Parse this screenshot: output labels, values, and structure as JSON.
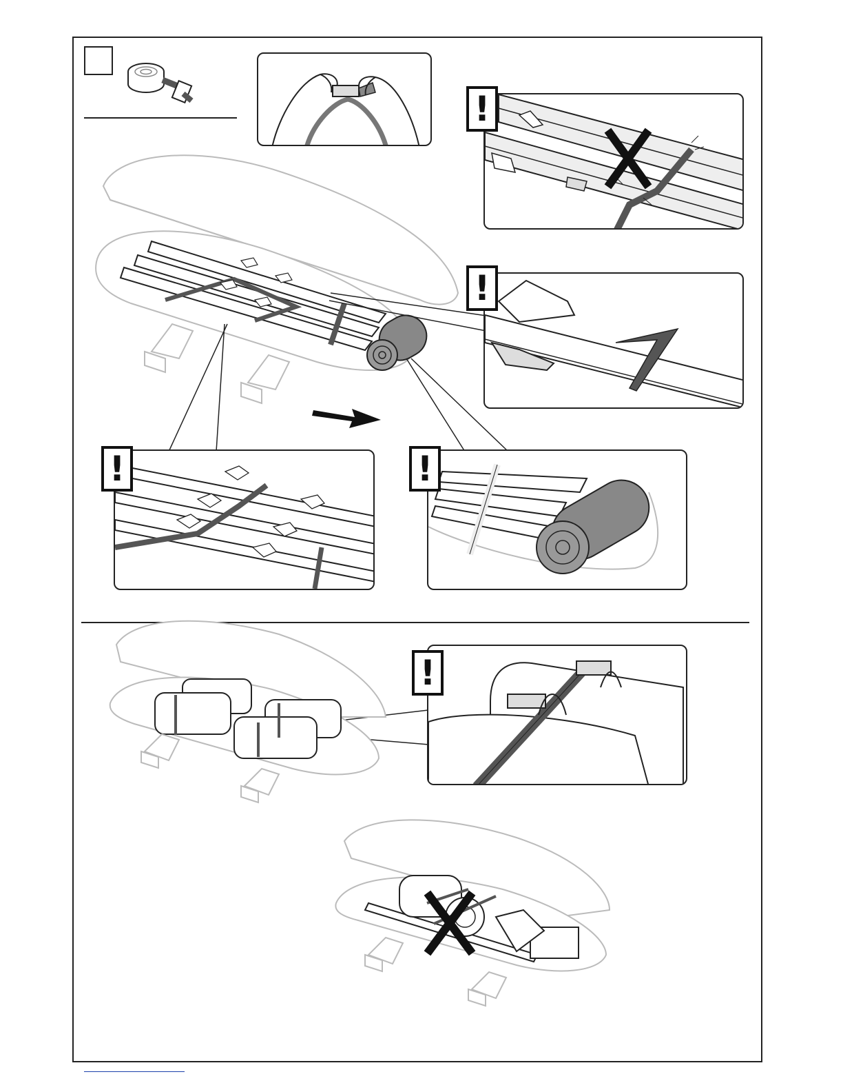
{
  "warning_symbol": "!",
  "prohibited_symbol": "X",
  "figure": {
    "step_label": "",
    "sections": [
      {
        "id": "skis",
        "panels": [
          "buckle-strap-closeup",
          "strap-over-ski-edges-prohibited",
          "strap-around-ski-at-binding",
          "straps-across-multiple-skis",
          "rolled-mat-strapped-beside-skis"
        ]
      },
      {
        "id": "bags",
        "panels": [
          "bags-strapped-closeup"
        ]
      },
      {
        "id": "loose-mixed-load",
        "panels": [
          "mixed-load-prohibited"
        ]
      }
    ]
  },
  "icons": [
    "strap-icon",
    "hands-tightening-buckle-icon",
    "warning-icon",
    "prohibited-x-icon",
    "direction-arrow-icon",
    "roof-box-icon",
    "roof-bar-foot-icon"
  ],
  "colors": {
    "line": "#222222",
    "strap": "#555555",
    "shade": "#9a9a9a",
    "box": "#cfcfcf",
    "light": "#eeeeee"
  }
}
